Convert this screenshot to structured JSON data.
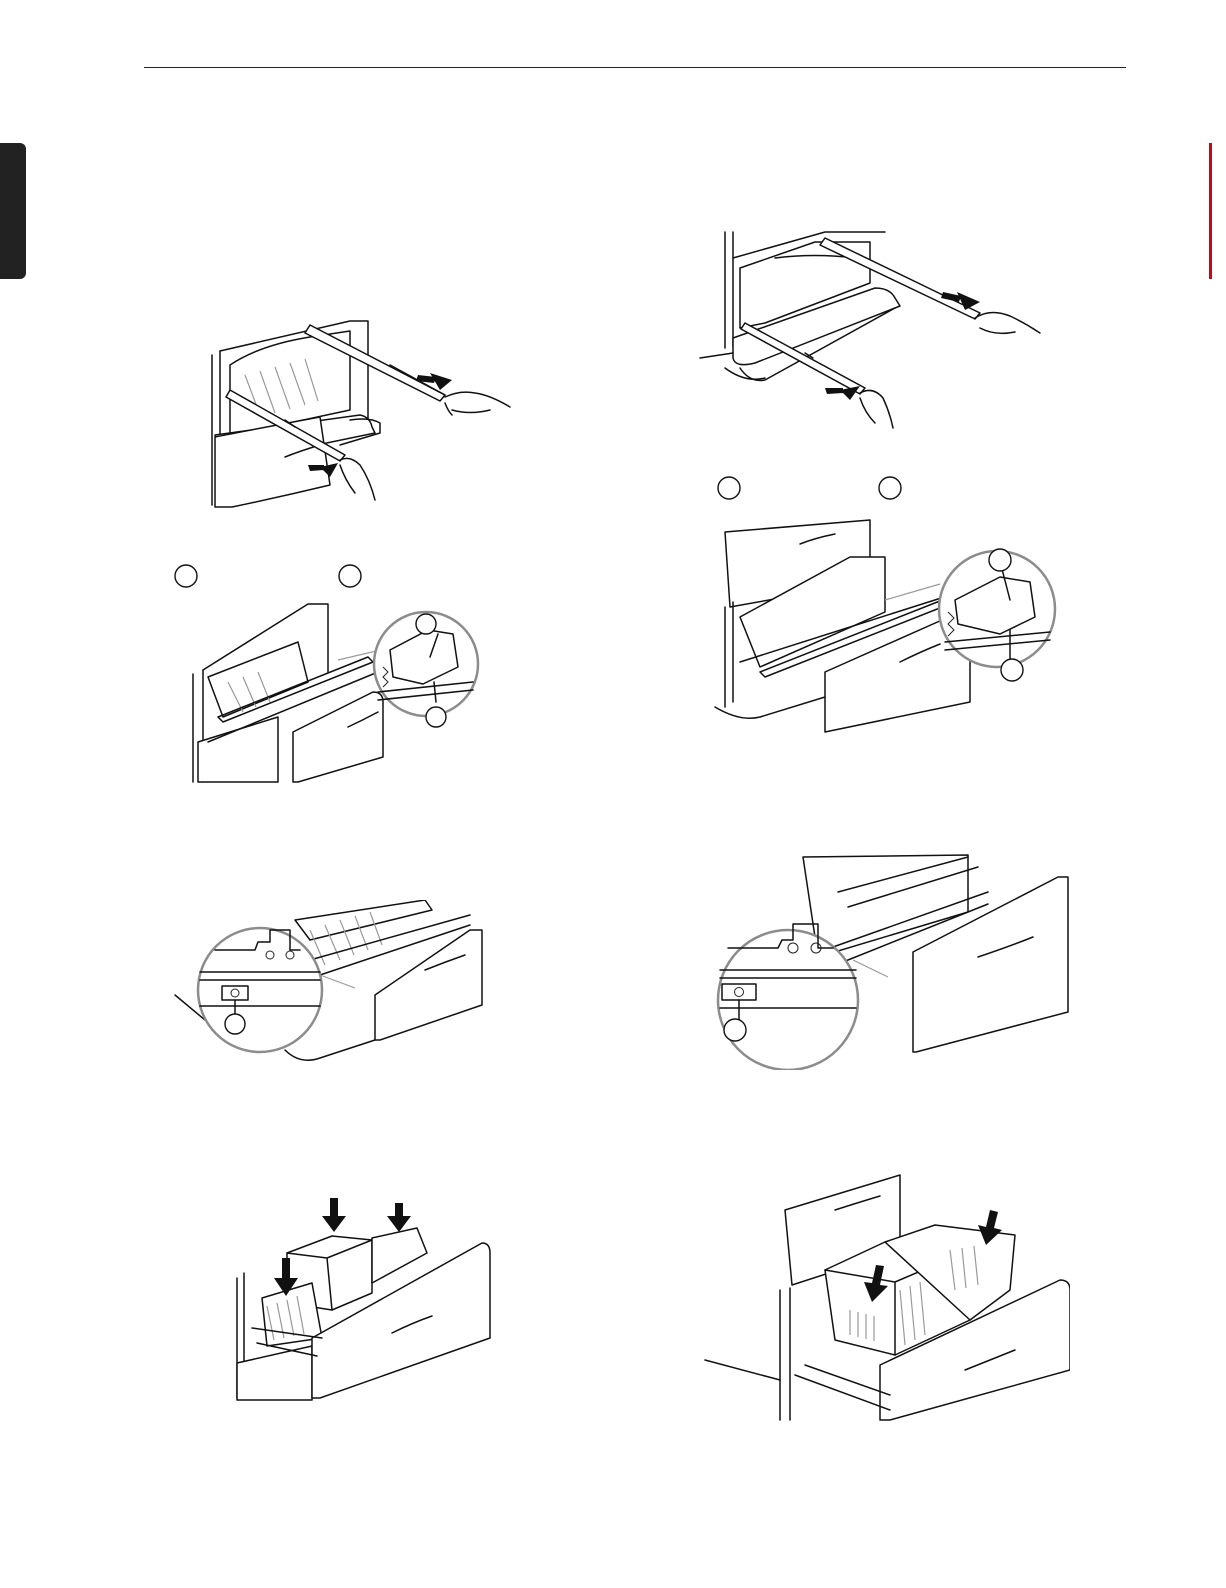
{
  "page": {
    "accent_color": "#b5111b",
    "rule_color": "#222222"
  },
  "figures": [
    {
      "id": "freezer-rail-pull-left",
      "icon": "hands-pulling-rails",
      "callouts": []
    },
    {
      "id": "freezer-rail-pull-right",
      "icon": "hands-pulling-rails",
      "callouts": []
    },
    {
      "id": "rail-lock-detail-left",
      "icon": "rail-lock-magnified",
      "callouts": [
        "circle-a",
        "circle-b",
        "circle-1",
        "circle-2"
      ]
    },
    {
      "id": "rail-lock-detail-right",
      "icon": "rail-lock-magnified",
      "callouts": [
        "circle-a",
        "circle-b",
        "circle-1",
        "circle-2"
      ]
    },
    {
      "id": "screw-detail-left",
      "icon": "rail-screw-magnified",
      "callouts": [
        "circle-1"
      ]
    },
    {
      "id": "screw-detail-right",
      "icon": "rail-screw-magnified",
      "callouts": [
        "circle-1"
      ]
    },
    {
      "id": "bin-insert-left",
      "icon": "baskets-insert-arrows",
      "callouts": []
    },
    {
      "id": "bin-insert-right",
      "icon": "baskets-insert-arrows",
      "callouts": []
    }
  ]
}
